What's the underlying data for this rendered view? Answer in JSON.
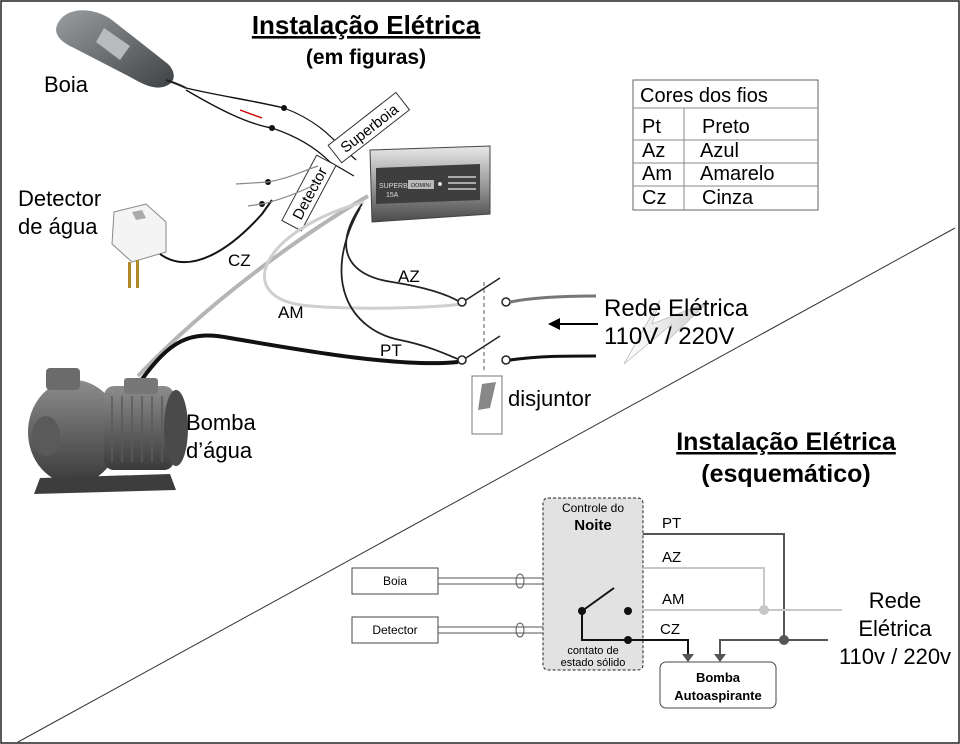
{
  "top": {
    "title": "Instalação Elétrica",
    "subtitle": "(em figuras)",
    "labels": {
      "boia": "Boia",
      "detector_line1": "Detector",
      "detector_line2": "de água",
      "bomba_line1": "Bomba",
      "bomba_line2": "d’água",
      "superboia": "Superboia",
      "detector_tag": "Detector",
      "cz": "CZ",
      "am": "AM",
      "az": "AZ",
      "pt": "PT",
      "disjuntor": "disjuntor",
      "rede_line1": "Rede Elétrica",
      "rede_line2": "110V / 220V",
      "device_brand": "SUPERBOIA",
      "device_model": "15A",
      "device_logo": "DOMINI"
    }
  },
  "legend": {
    "title": "Cores dos fios",
    "rows": [
      {
        "code": "Pt",
        "name": "Preto"
      },
      {
        "code": "Az",
        "name": "Azul"
      },
      {
        "code": "Am",
        "name": "Amarelo"
      },
      {
        "code": "Cz",
        "name": "Cinza"
      }
    ]
  },
  "bottom": {
    "title": "Instalação Elétrica",
    "subtitle": "(esquemático)",
    "controller_line1": "Controle do",
    "controller_line2": "Noite",
    "contact_line1": "contato de",
    "contact_line2": "estado sólido",
    "box_boia": "Boia",
    "box_detector": "Detector",
    "pt": "PT",
    "az": "AZ",
    "am": "AM",
    "cz": "CZ",
    "pump_line1": "Bomba",
    "pump_line2": "Autoaspirante",
    "rede_line1": "Rede",
    "rede_line2": "Elétrica",
    "rede_line3": "110v / 220v"
  },
  "colors": {
    "wire_black": "#111111",
    "wire_gray": "#9a9a9a",
    "wire_light": "#c8c8c8",
    "wire_dark": "#555555",
    "title_ink": "#000000"
  }
}
